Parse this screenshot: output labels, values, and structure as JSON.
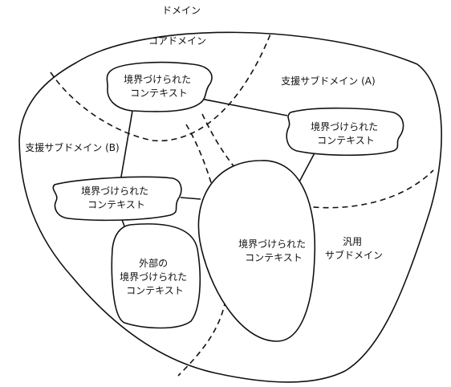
{
  "domain": {
    "label": "ドメイン"
  },
  "subdomains": {
    "core": "コアドメイン",
    "support_a": "支援サブドメイン (A)",
    "support_b": "支援サブドメイン (B)",
    "generic": [
      "汎用",
      "サブドメイン"
    ]
  },
  "contexts": {
    "core_context": [
      "境界づけられた",
      "コンテキスト"
    ],
    "support_a_context": [
      "境界づけられた",
      "コンテキスト"
    ],
    "support_b_context": [
      "境界づけられた",
      "コンテキスト"
    ],
    "central_context": [
      "境界づけられた",
      "コンテキスト"
    ],
    "external_context": [
      "外部の",
      "境界づけられた",
      "コンテキスト"
    ]
  }
}
